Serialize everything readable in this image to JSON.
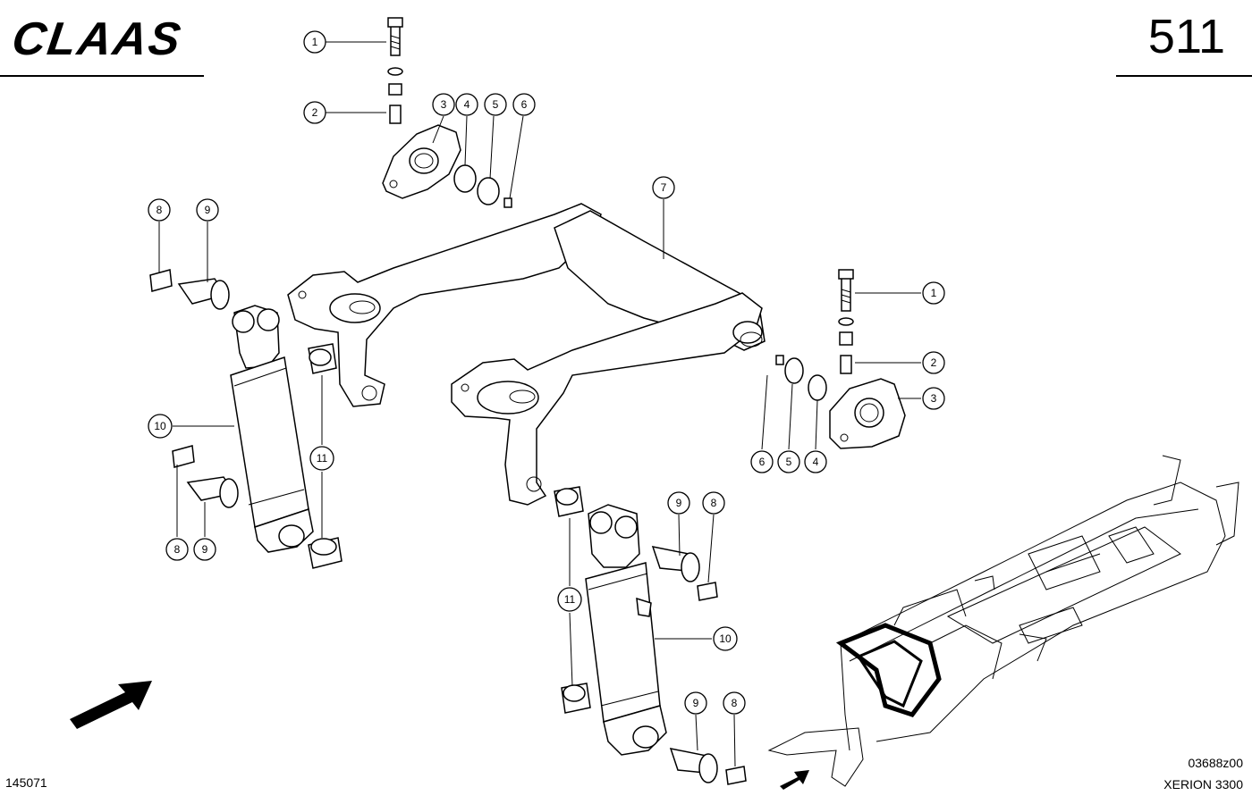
{
  "header": {
    "brand": "CLAAS",
    "page_number": "511"
  },
  "footer": {
    "drawing_id": "145071",
    "image_code": "03688z00",
    "model": "XERION 3300"
  },
  "callouts": [
    "1",
    "2",
    "3",
    "4",
    "5",
    "6",
    "7",
    "8",
    "9",
    "10",
    "11"
  ]
}
